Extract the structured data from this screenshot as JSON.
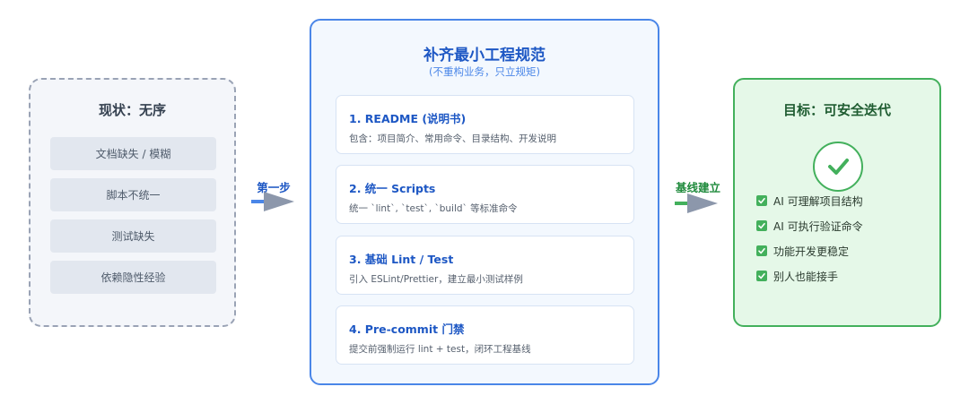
{
  "current_state": {
    "title": "现状：无序",
    "items": [
      "文档缺失 / 模糊",
      "脚本不统一",
      "测试缺失",
      "依赖隐性经验"
    ]
  },
  "arrow_step1": {
    "label": "第一步",
    "color": "#1d57c4"
  },
  "standards": {
    "title": "补齐最小工程规范",
    "subtitle": "(不重构业务，只立规矩)",
    "steps": [
      {
        "title": "1. README (说明书)",
        "desc": "包含：项目简介、常用命令、目录结构、开发说明"
      },
      {
        "title": "2. 统一 Scripts",
        "desc": "统一 `lint`, `test`, `build` 等标准命令"
      },
      {
        "title": "3. 基础 Lint / Test",
        "desc": "引入 ESLint/Prettier，建立最小测试样例"
      },
      {
        "title": "4. Pre-commit 门禁",
        "desc": "提交前强制运行 lint + test，闭环工程基线"
      }
    ]
  },
  "arrow_baseline": {
    "label": "基线建立",
    "color": "#1f8a3c"
  },
  "goal": {
    "title": "目标：可安全迭代",
    "icon": "checkmark-icon",
    "items": [
      "AI 可理解项目结构",
      "AI 可执行验证命令",
      "功能开发更稳定",
      "别人也能接手"
    ]
  },
  "colors": {
    "left_border": "#9aa3b5",
    "mid_border": "#4a86e8",
    "mid_title": "#1d57c4",
    "right_border": "#43b05c",
    "arrow_body": "#8c97ab"
  }
}
